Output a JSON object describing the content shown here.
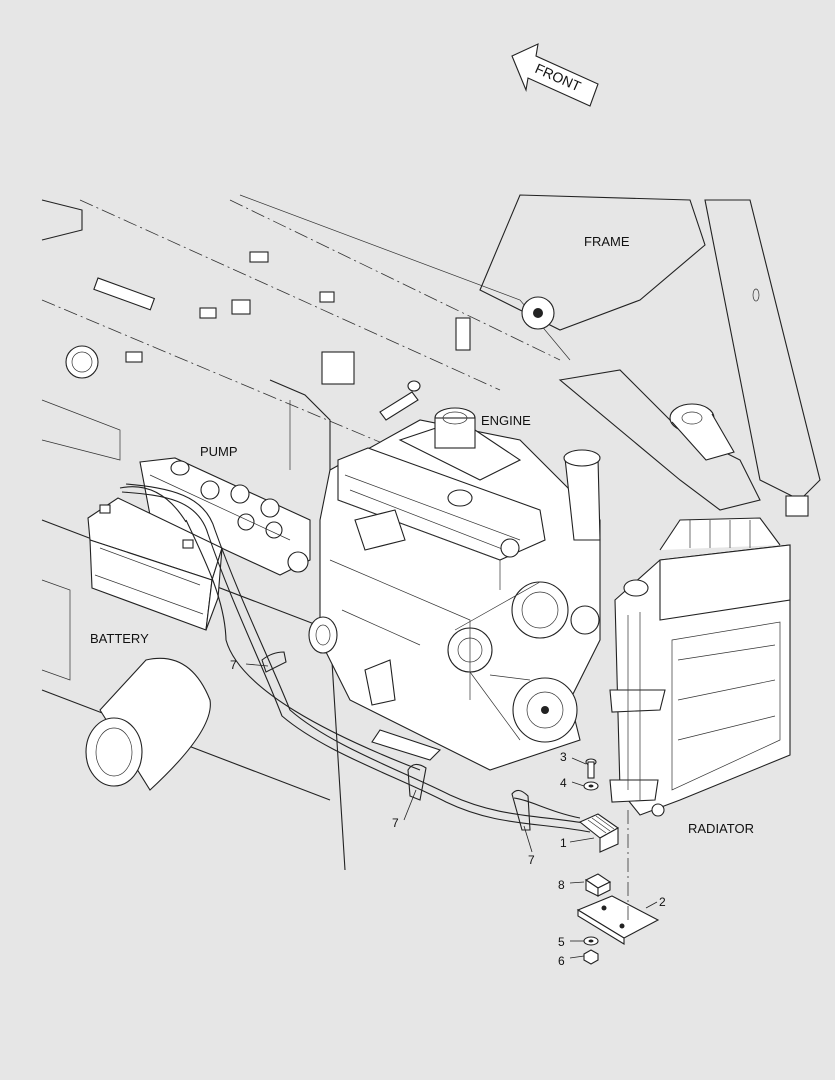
{
  "front_arrow": {
    "label": "FRONT"
  },
  "components": {
    "frame": "FRAME",
    "engine": "ENGINE",
    "pump": "PUMP",
    "battery": "BATTERY",
    "radiator": "RADIATOR"
  },
  "callouts": [
    "1",
    "2",
    "3",
    "4",
    "5",
    "6",
    "7",
    "7",
    "7",
    "8"
  ]
}
